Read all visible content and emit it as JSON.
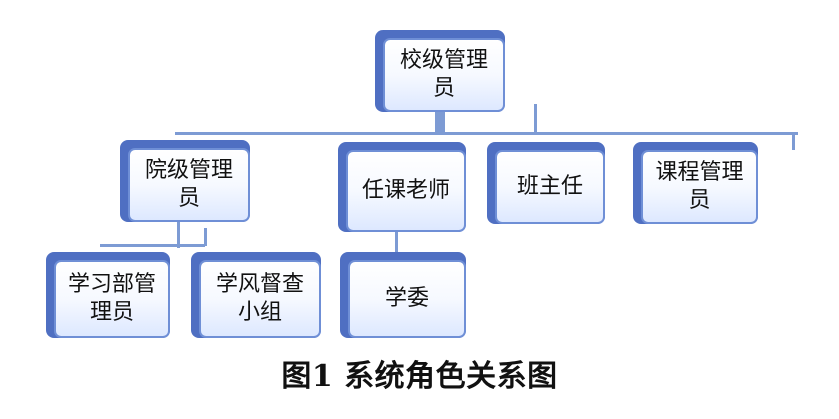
{
  "diagram": {
    "nodes": {
      "school_admin": "校级管理员",
      "college_admin": "院级管理员",
      "teacher": "任课老师",
      "class_teacher": "班主任",
      "course_admin": "课程管理员",
      "study_dept_admin": "学习部管理员",
      "style_inspection_group": "学风督查小组",
      "study_committee": "学委"
    }
  },
  "caption": "图1  系统角色关系图"
}
